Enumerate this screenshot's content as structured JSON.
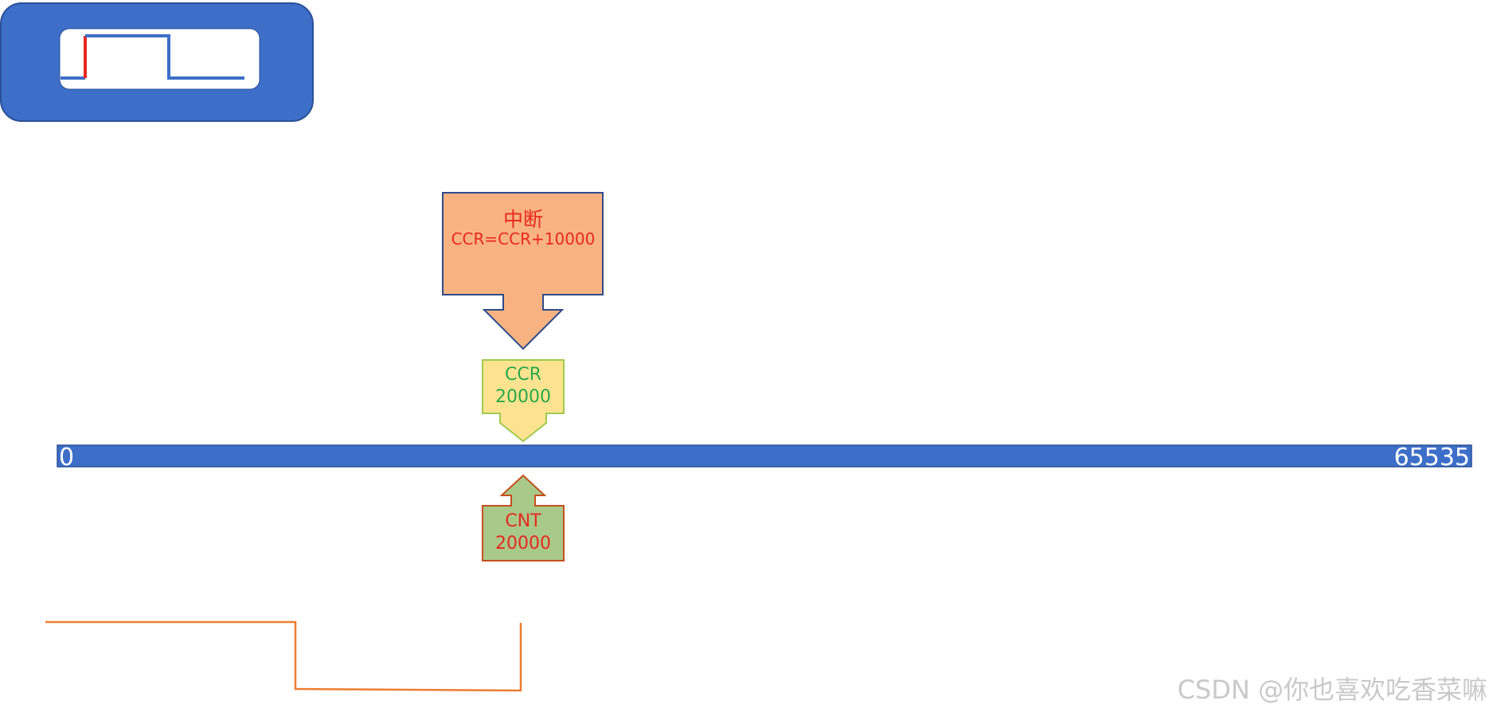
{
  "interrupt": {
    "title": "中断",
    "expression": "CCR=CCR+10000"
  },
  "ccr_box": {
    "name": "CCR",
    "value": "20000"
  },
  "cnt_box": {
    "name": "CNT",
    "value": "20000"
  },
  "counter_bar": {
    "min_label": "0",
    "max_label": "65535"
  },
  "watermark": "CSDN @你也喜欢吃香菜嘛",
  "colors": {
    "bar": "#3d6fc8",
    "interrupt_fill": "#f9b383",
    "ccr_fill": "#fde390",
    "cnt_fill": "#a9c98a",
    "waveform": "#ed7d31",
    "accent_red": "#e8281e",
    "accent_green": "#27a94a"
  }
}
